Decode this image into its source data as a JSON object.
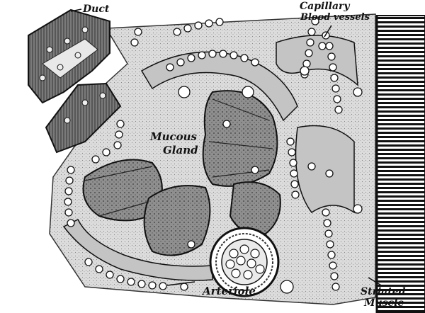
{
  "labels": {
    "duct": "Duct",
    "capillary": "Capillary",
    "blood_vessels": "Blood vessels",
    "mucous": "Mucous",
    "gland": "Gland",
    "arteriole": "Arteriole",
    "striated": "Striated",
    "muscle": "Muscle"
  },
  "colors": {
    "ink": "#111111",
    "paper": "#ffffff",
    "stroma": "#d9d9d9",
    "mucous_cell": "#8f8f8f",
    "duct_cell": "#7a7a7a",
    "serous_cell": "#c4c4c4"
  }
}
